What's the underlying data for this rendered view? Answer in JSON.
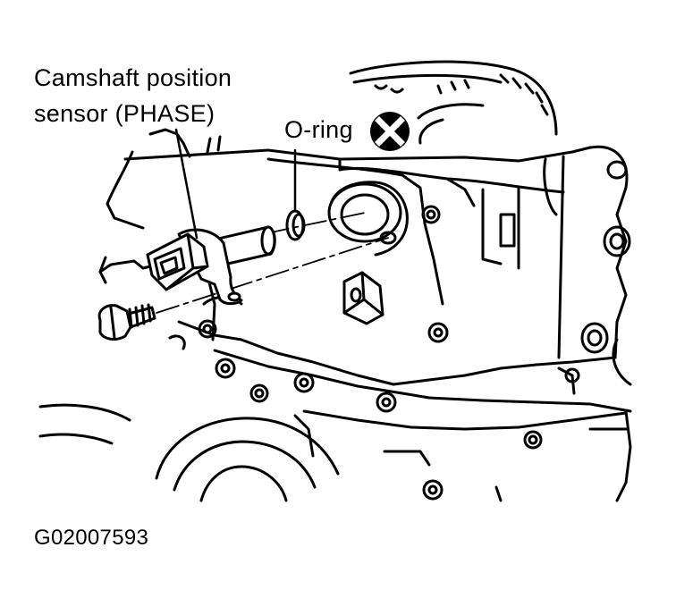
{
  "labels": {
    "sensor_line1": "Camshaft position",
    "sensor_line2": "sensor (PHASE)",
    "oring": "O-ring",
    "figure_code": "G02007593"
  },
  "icons": {
    "do_not_reuse": "circle-x-icon"
  },
  "colors": {
    "line": "#000000",
    "background": "#ffffff"
  }
}
